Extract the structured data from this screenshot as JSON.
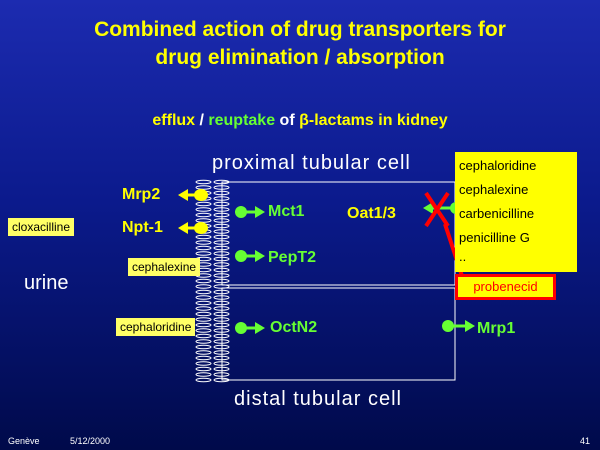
{
  "title": {
    "line1": "Combined action of drug transporters for",
    "line2": "drug elimination / absorption"
  },
  "subtitle": {
    "part1": "efflux",
    "part2": " / ",
    "part3": "reuptake",
    "part4": " of ",
    "part5": "β-lactams in kidney"
  },
  "cells": {
    "proximal": "proximal tubular cell",
    "distal": "distal tubular cell"
  },
  "urine_label": "urine",
  "transporters": {
    "mrp2": "Mrp2",
    "npt1": "Npt-1",
    "mct1": "Mct1",
    "oat13": "Oat1/3",
    "pept2": "PepT2",
    "octn2": "OctN2",
    "mrp1": "Mrp1"
  },
  "drug_boxes": {
    "cloxacilline": "cloxacilline",
    "cephalexine": "cephalexine",
    "cephaloridine": "cephaloridine"
  },
  "drug_list": [
    "cephaloridine",
    "cephalexine",
    "carbenicilline",
    "penicilline G",
    ".."
  ],
  "probenecid": "probenecid",
  "footer": {
    "location": "Genève",
    "date": "5/12/2000",
    "page": "41"
  },
  "colors": {
    "title": "#ffff00",
    "efflux": "#ffff00",
    "reuptake": "#66ff33",
    "inhibition": "#ff0000",
    "box_fill": "#ffff66"
  }
}
